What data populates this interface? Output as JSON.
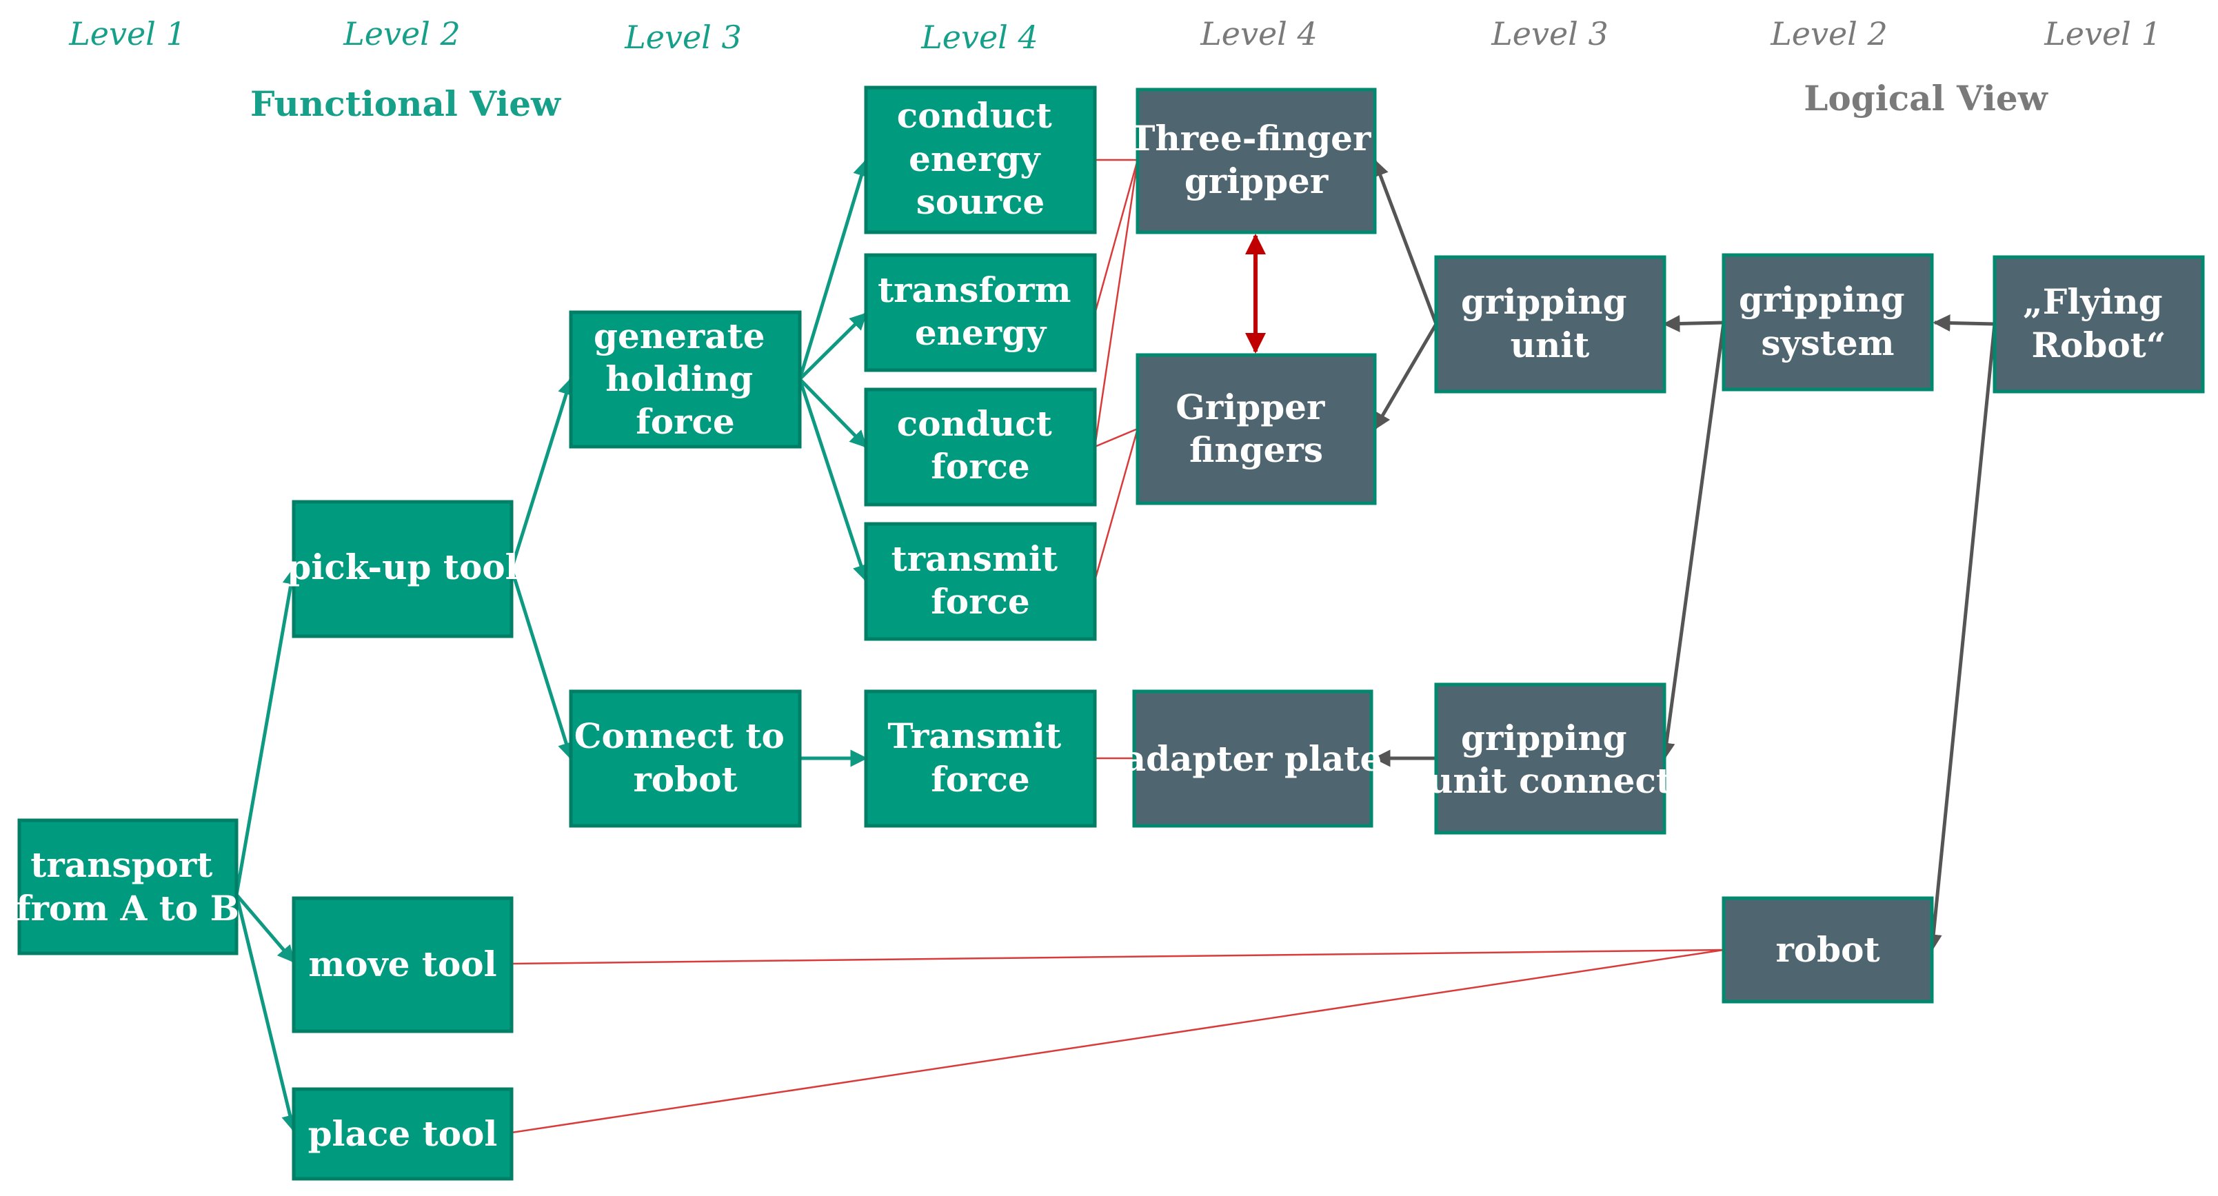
{
  "levels": {
    "functional": [
      "Level 1",
      "Level 2",
      "Level 3",
      "Level 4"
    ],
    "logical": [
      "Level 4",
      "Level 3",
      "Level 2",
      "Level 1"
    ]
  },
  "views": {
    "functional": "Functional View",
    "logical": "Logical View"
  },
  "colors": {
    "functional_fill": "#009a7e",
    "functional_border": "#007f66",
    "functional_text_heading": "#16a08a",
    "logical_fill": "#4f6570",
    "logical_border": "#00896f",
    "logical_text_heading": "#7a7a7a",
    "arrow_green": "#0e9a82",
    "arrow_gray": "#555555",
    "trace_red": "#d93a3a",
    "double_arrow_red": "#c00000"
  },
  "nodes": {
    "transport": [
      "transport",
      "from A to B"
    ],
    "pickup": [
      "pick-up tool"
    ],
    "move": [
      "move tool"
    ],
    "place": [
      "place tool"
    ],
    "generate": [
      "generate",
      "holding",
      "force"
    ],
    "connect": [
      "Connect to",
      "robot"
    ],
    "conduct_energy": [
      "conduct",
      "energy",
      "source"
    ],
    "transform": [
      "transform",
      "energy"
    ],
    "conduct_force": [
      "conduct",
      "force"
    ],
    "transmit_force": [
      "transmit",
      "force"
    ],
    "transmit_force2": [
      "Transmit",
      "force"
    ],
    "three_finger": [
      "Three-finger",
      "gripper"
    ],
    "gripper_fingers": [
      "Gripper",
      "fingers"
    ],
    "adapter": [
      "adapter plate"
    ],
    "gripping_unit": [
      "gripping",
      "unit"
    ],
    "gripping_unit_connect": [
      "gripping",
      "unit connect"
    ],
    "gripping_system": [
      "gripping",
      "system"
    ],
    "flying_robot": [
      "„Flying",
      "Robot“"
    ],
    "robot": [
      "robot"
    ]
  }
}
